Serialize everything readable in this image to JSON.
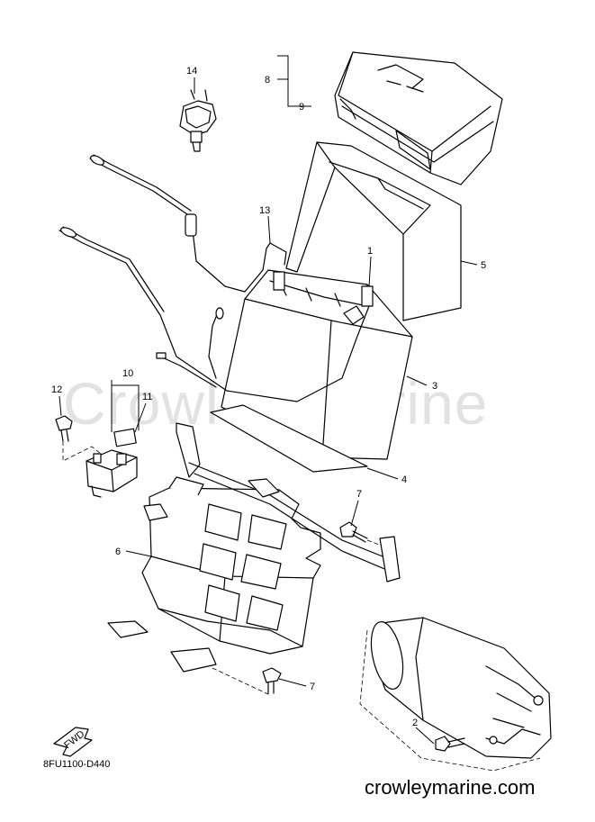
{
  "watermark": "Crowley Marine",
  "diagram_code": "8FU1100-D440",
  "website": "crowleymarine.com",
  "fwd_label": "FWD",
  "callouts": [
    "1",
    "2",
    "3",
    "4",
    "5",
    "6",
    "7",
    "7",
    "8",
    "9",
    "10",
    "11",
    "12",
    "13",
    "14"
  ]
}
